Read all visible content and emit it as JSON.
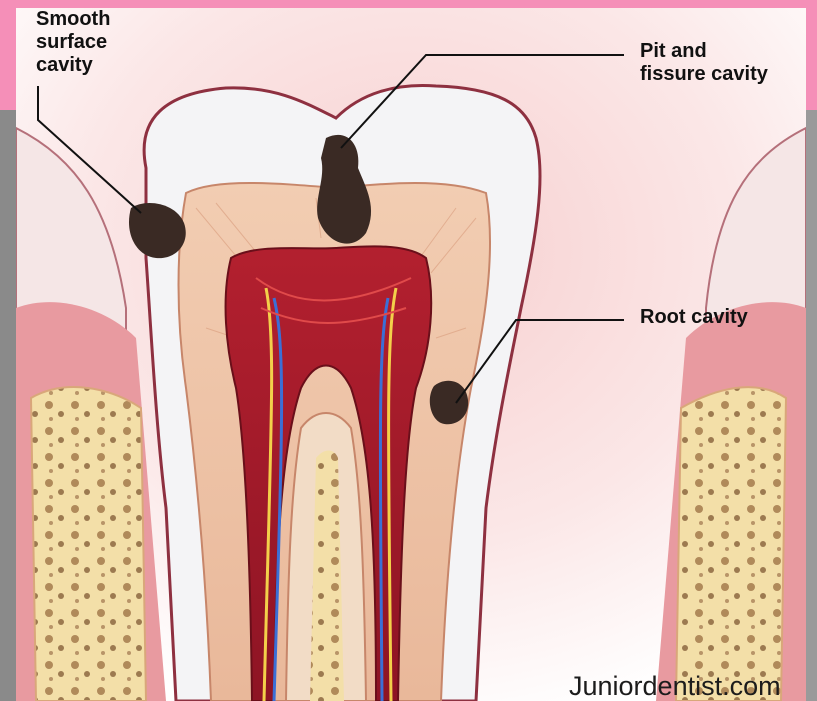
{
  "labels": {
    "smooth_surface": "Smooth\nsurface\ncavity",
    "pit_fissure": "Pit and\nfissure cavity",
    "root": "Root cavity"
  },
  "watermark": "Juniordentist.com",
  "colors": {
    "frame_pink": "#f58fb8",
    "frame_grey": "#8a8a8a",
    "enamel": "#f4f4f6",
    "dentin": "#efc4a8",
    "pulp": "#a8182c",
    "gum": "#e89aa0",
    "bone": "#f3dfa8",
    "decay": "#3a2a24"
  }
}
